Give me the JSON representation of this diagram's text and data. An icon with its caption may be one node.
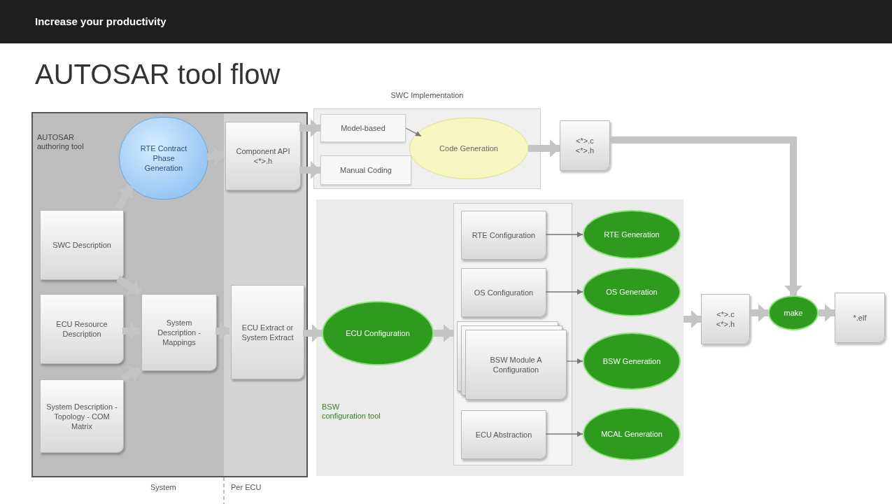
{
  "diagram": {
    "title": "AUTOSAR tool flow",
    "nodes": [
      {
        "text": [
          "AUTOSAR authoring tool"
        ]
      },
      {
        "text": [
          "RTE Contract Phase Generation"
        ],
        "in": 0
      },
      {
        "text": [
          "Component API <*>.h"
        ],
        "in": 0
      },
      {
        "text": [
          "SWC Description"
        ],
        "in": 0
      },
      {
        "text": [
          "ECU Resource Description"
        ],
        "in": 0
      },
      {
        "text": [
          "System Description - Mappings"
        ],
        "in": 0
      },
      {
        "text": [
          "System Description - Topology - COM Matrix"
        ],
        "in": 0
      },
      {
        "text": [
          "ECU Extract or System Extract"
        ],
        "in": 0
      },
      {
        "text": [
          "SWC Implementation"
        ]
      },
      {
        "text": [
          "Model-based"
        ],
        "in": 8
      },
      {
        "text": [
          "Manual Coding"
        ],
        "in": 8
      },
      {
        "text": [
          "Code Generation"
        ],
        "in": 8
      },
      {
        "text": [
          "<*>.c <*>.h"
        ]
      },
      {
        "text": [
          "BSW configuration tool"
        ]
      },
      {
        "text": [
          "ECU Configuration"
        ],
        "in": 13
      },
      {
        "text": [],
        "shape": "box",
        "in": 13
      },
      {
        "text": [
          "RTE Configuration"
        ],
        "in": 15
      },
      {
        "text": [
          "OS Configuration"
        ],
        "in": 15
      },
      {
        "text": [
          "BSW Module A Configuration"
        ],
        "in": 15
      },
      {
        "text": [
          "ECU Abstraction"
        ],
        "in": 15
      },
      {
        "text": [
          "RTE Generation"
        ],
        "in": 13
      },
      {
        "text": [
          "OS Generation"
        ],
        "in": 13
      },
      {
        "text": [
          "BSW Generation"
        ],
        "in": 13
      },
      {
        "text": [
          "MCAL Generation"
        ],
        "in": 13
      },
      {
        "text": [
          "<*>.c <*>.h"
        ]
      },
      {
        "text": [
          "make"
        ]
      },
      {
        "text": [
          "*.elf"
        ]
      }
    ],
    "edges": [
      {
        "from": 1,
        "to": 2,
        "arrow": "to"
      },
      {
        "from": 3,
        "to": 1,
        "arrow": "to"
      },
      {
        "from": 3,
        "to": 5,
        "arrow": "to"
      },
      {
        "from": 4,
        "to": 5,
        "arrow": "to"
      },
      {
        "from": 6,
        "to": 5,
        "arrow": "to"
      },
      {
        "from": 5,
        "to": 7,
        "arrow": "to"
      },
      {
        "from": 2,
        "to": 9,
        "arrow": "to"
      },
      {
        "from": 2,
        "to": 10,
        "arrow": "to"
      },
      {
        "from": 9,
        "to": 11,
        "arrow": "to",
        "color": "#777777"
      },
      {
        "from": 11,
        "to": 12,
        "arrow": "to"
      },
      {
        "from": 12,
        "to": 25,
        "arrow": "to"
      },
      {
        "from": 7,
        "to": 14,
        "arrow": "to"
      },
      {
        "from": 14,
        "to": 15,
        "arrow": "to"
      },
      {
        "from": 16,
        "to": 20,
        "arrow": "to",
        "color": "#777777"
      },
      {
        "from": 17,
        "to": 21,
        "arrow": "to",
        "color": "#777777"
      },
      {
        "from": 18,
        "to": 22,
        "arrow": "to",
        "color": "#777777"
      },
      {
        "from": 19,
        "to": 23,
        "arrow": "to",
        "color": "#777777"
      },
      {
        "from": 13,
        "to": 24,
        "arrow": "to"
      },
      {
        "from": 24,
        "to": 25,
        "arrow": "to"
      },
      {
        "from": 25,
        "to": 26,
        "arrow": "to"
      }
    ],
    "labels": [
      "Increase your productivity",
      "System",
      "Per ECU"
    ]
  }
}
